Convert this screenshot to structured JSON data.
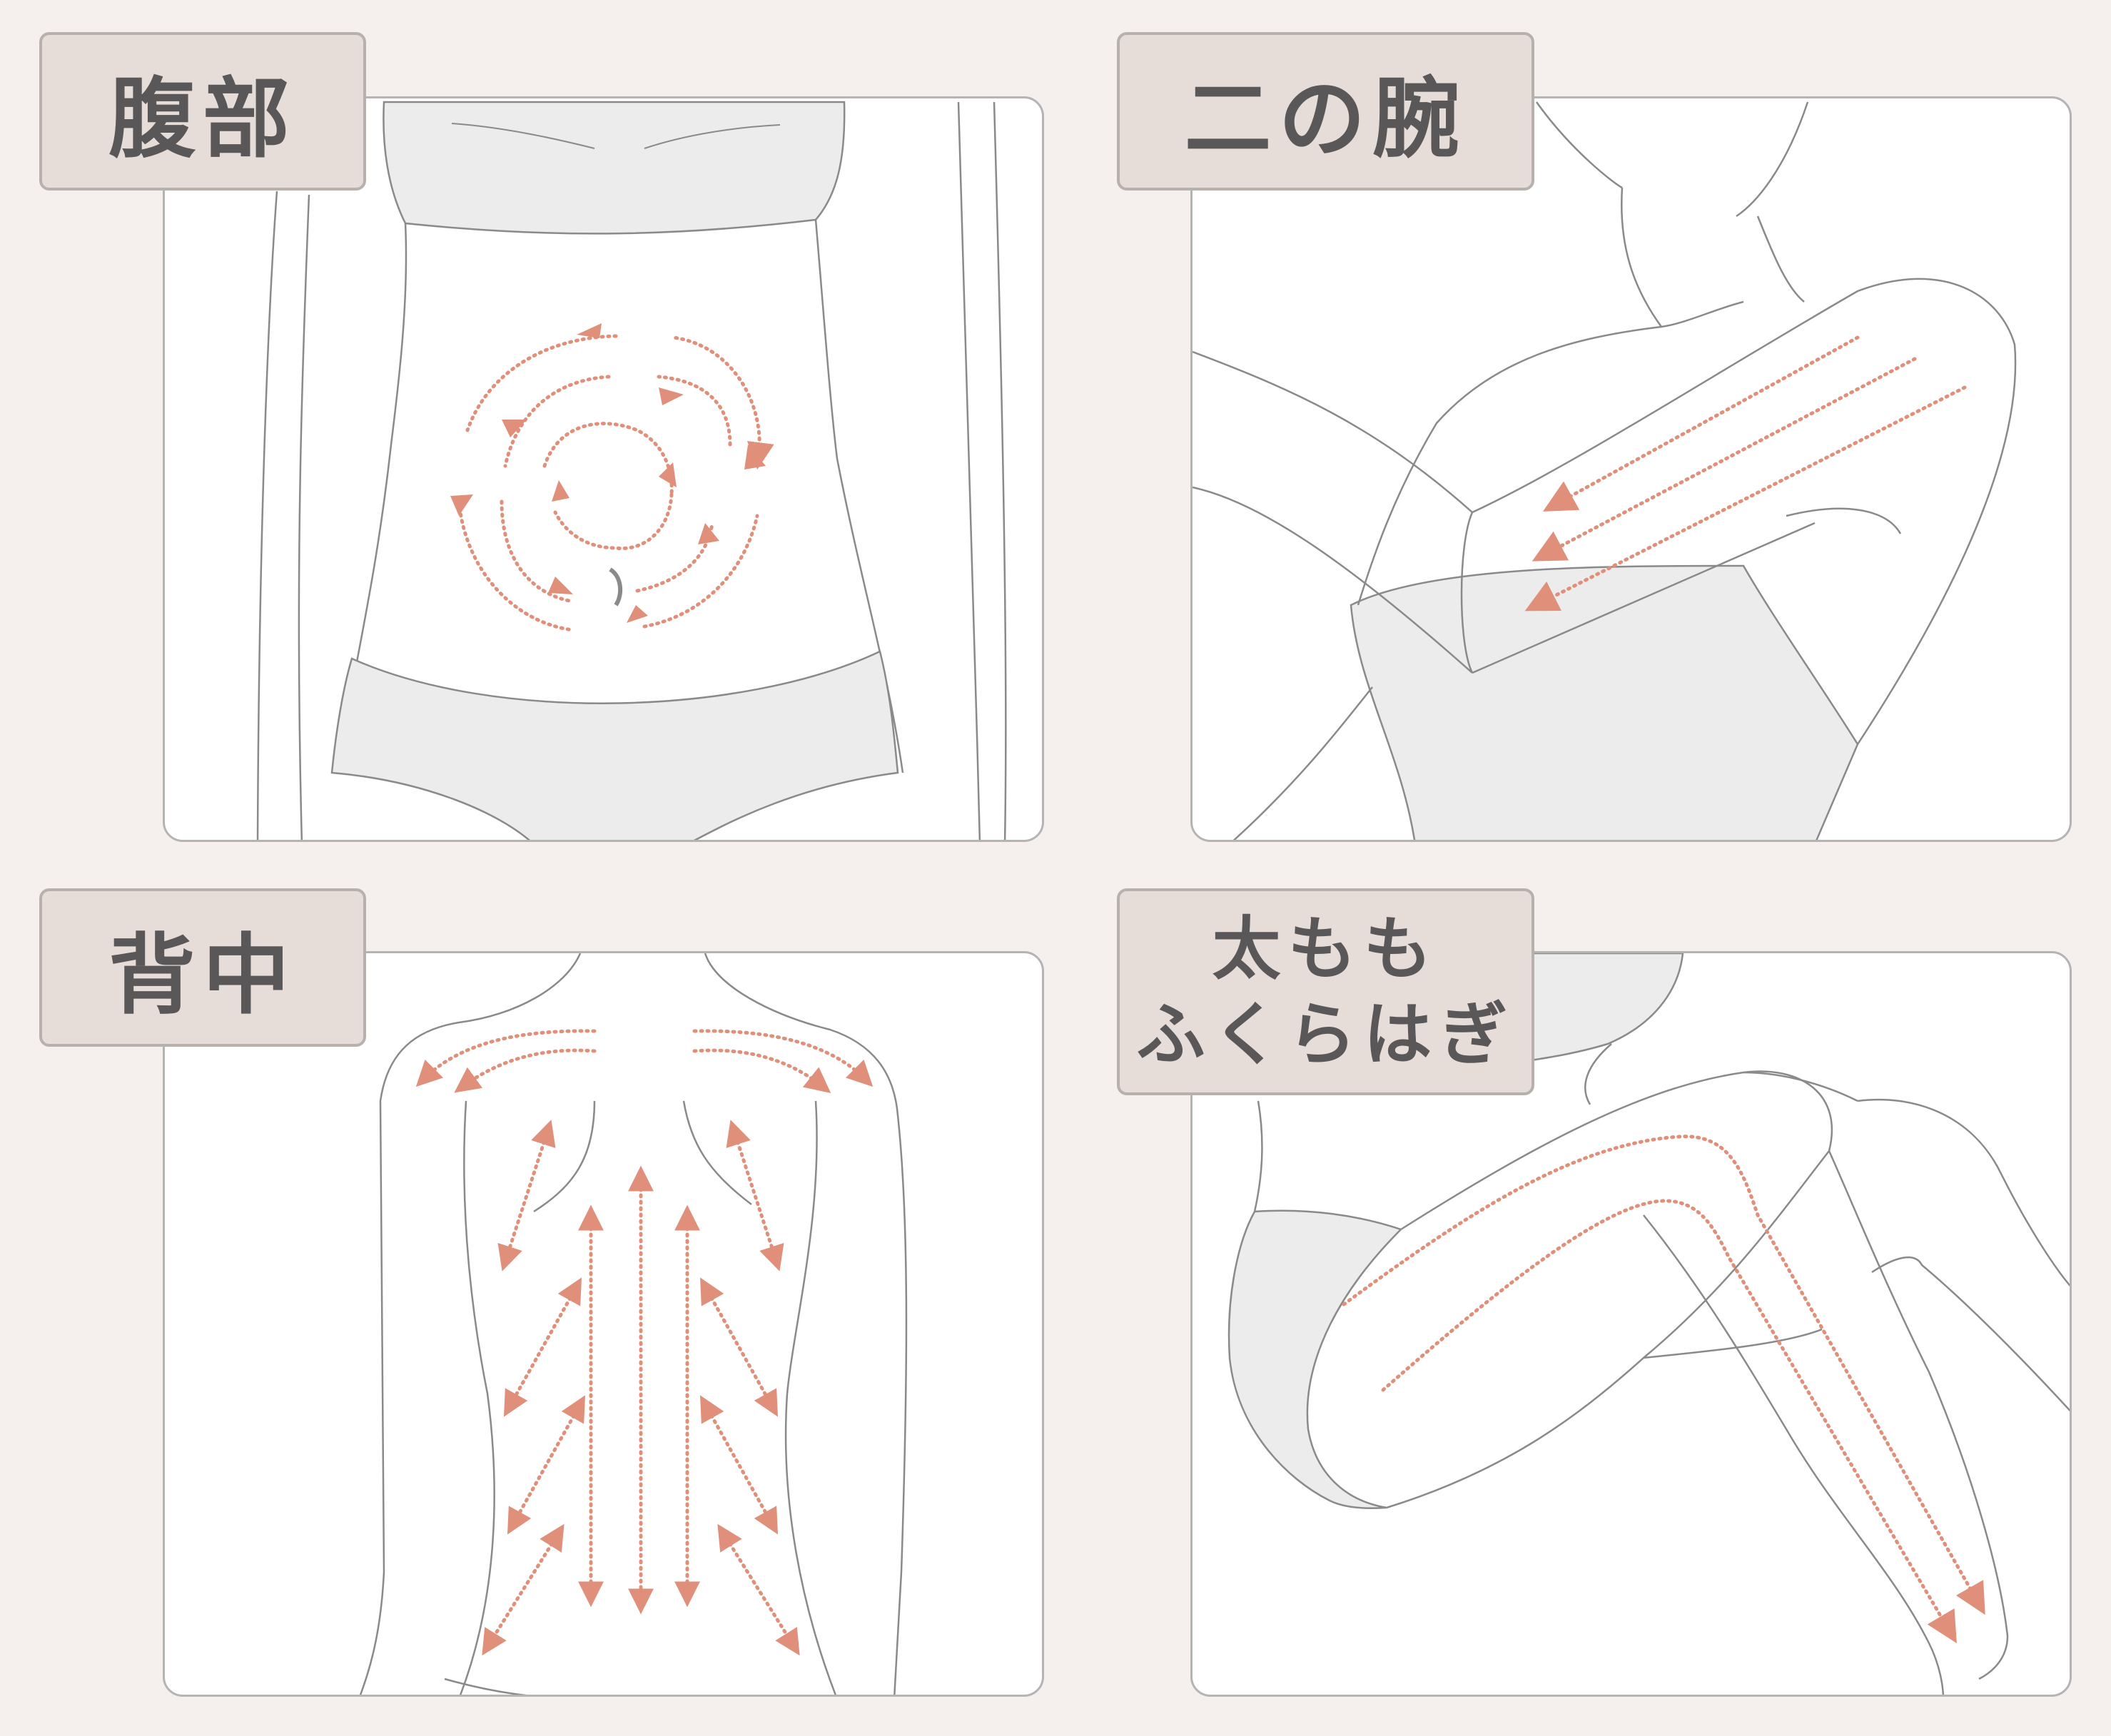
{
  "labels": {
    "abdomen": "腹部",
    "upper_arm": "二の腕",
    "back": "背中",
    "thigh_line1": "太もも",
    "thigh_line2": "ふくらはぎ"
  },
  "colors": {
    "background": "#f5efee",
    "label_fill": "#e6dcd8",
    "arrow": "#e0907a",
    "outline": "#8a8a8a",
    "garment": "#ececed"
  }
}
